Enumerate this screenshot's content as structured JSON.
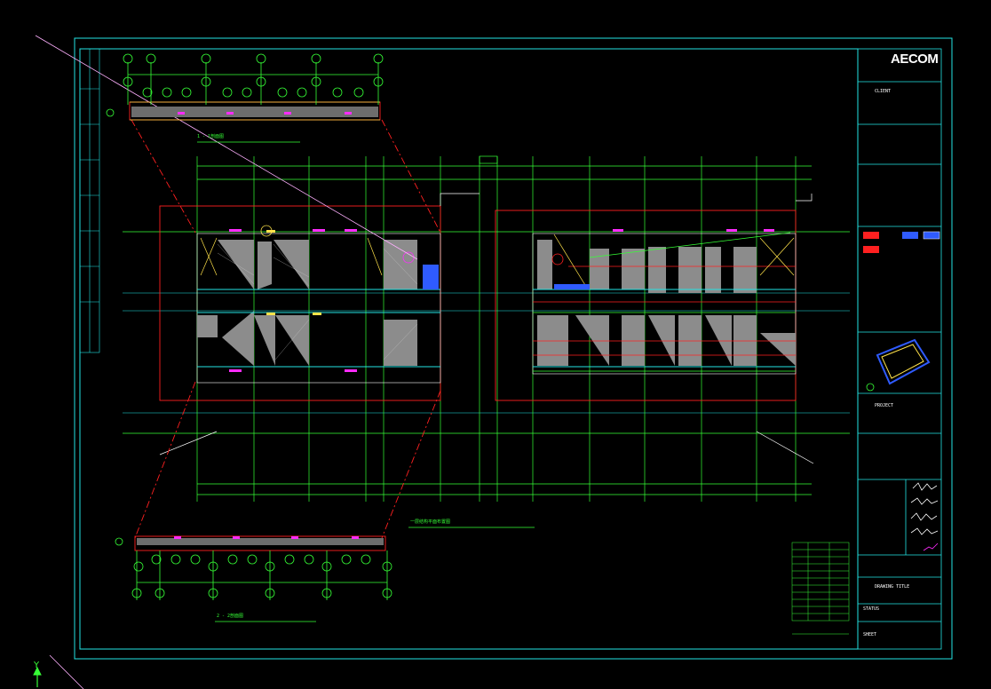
{
  "title_block": {
    "company": "AECOM",
    "small_lines": [
      "CLIENT",
      "PROJECT",
      "DRAWING TITLE",
      "STATUS",
      "SHEET"
    ]
  },
  "drawing": {
    "plan_title": "一层结构平面布置图",
    "section_title_top": "1 - 1剖面图",
    "section_title_bottom": "2 - 2剖面图"
  },
  "colors": {
    "background": "#000000",
    "frame": "#23e5e5",
    "grid_green": "#36ff36",
    "grid_red": "#ff2020",
    "hatch": "#bdbdbd",
    "magenta": "#ff2bff",
    "yellow": "#ffe24a",
    "blue": "#2f5bff",
    "white": "#ffffff"
  },
  "icons": {
    "axis": "y-axis-icon"
  }
}
